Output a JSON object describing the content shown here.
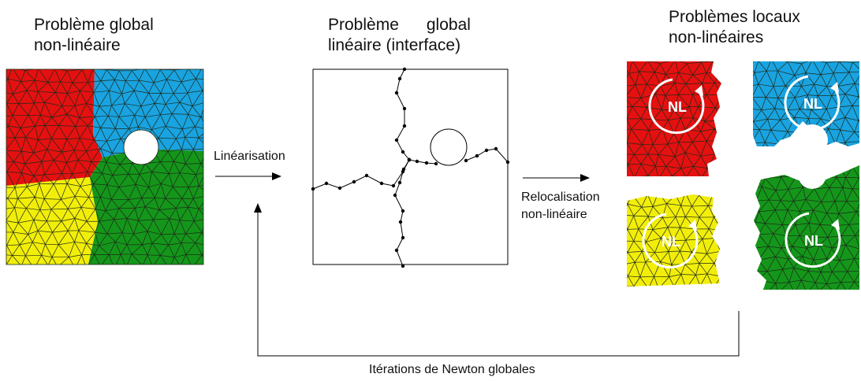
{
  "titles": {
    "global_nonlinear": [
      "Problème global",
      "non-linéaire"
    ],
    "global_linear": [
      "Problème      global",
      "linéaire (interface)"
    ],
    "local_problems": [
      "Problèmes locaux",
      "non-linéaires"
    ]
  },
  "arrows": {
    "linearisation": "Linéarisation",
    "relocalisation": [
      "Relocalisation",
      "non-linéaire"
    ],
    "newton": "Itérations de Newton globales"
  },
  "badge_text": "NL",
  "colors": {
    "red": "#e51010",
    "blue": "#19a3e0",
    "green": "#14961a",
    "yellow": "#f2ee0a",
    "mesh_line": "#1e2a1a",
    "interface_line": "#000000"
  }
}
